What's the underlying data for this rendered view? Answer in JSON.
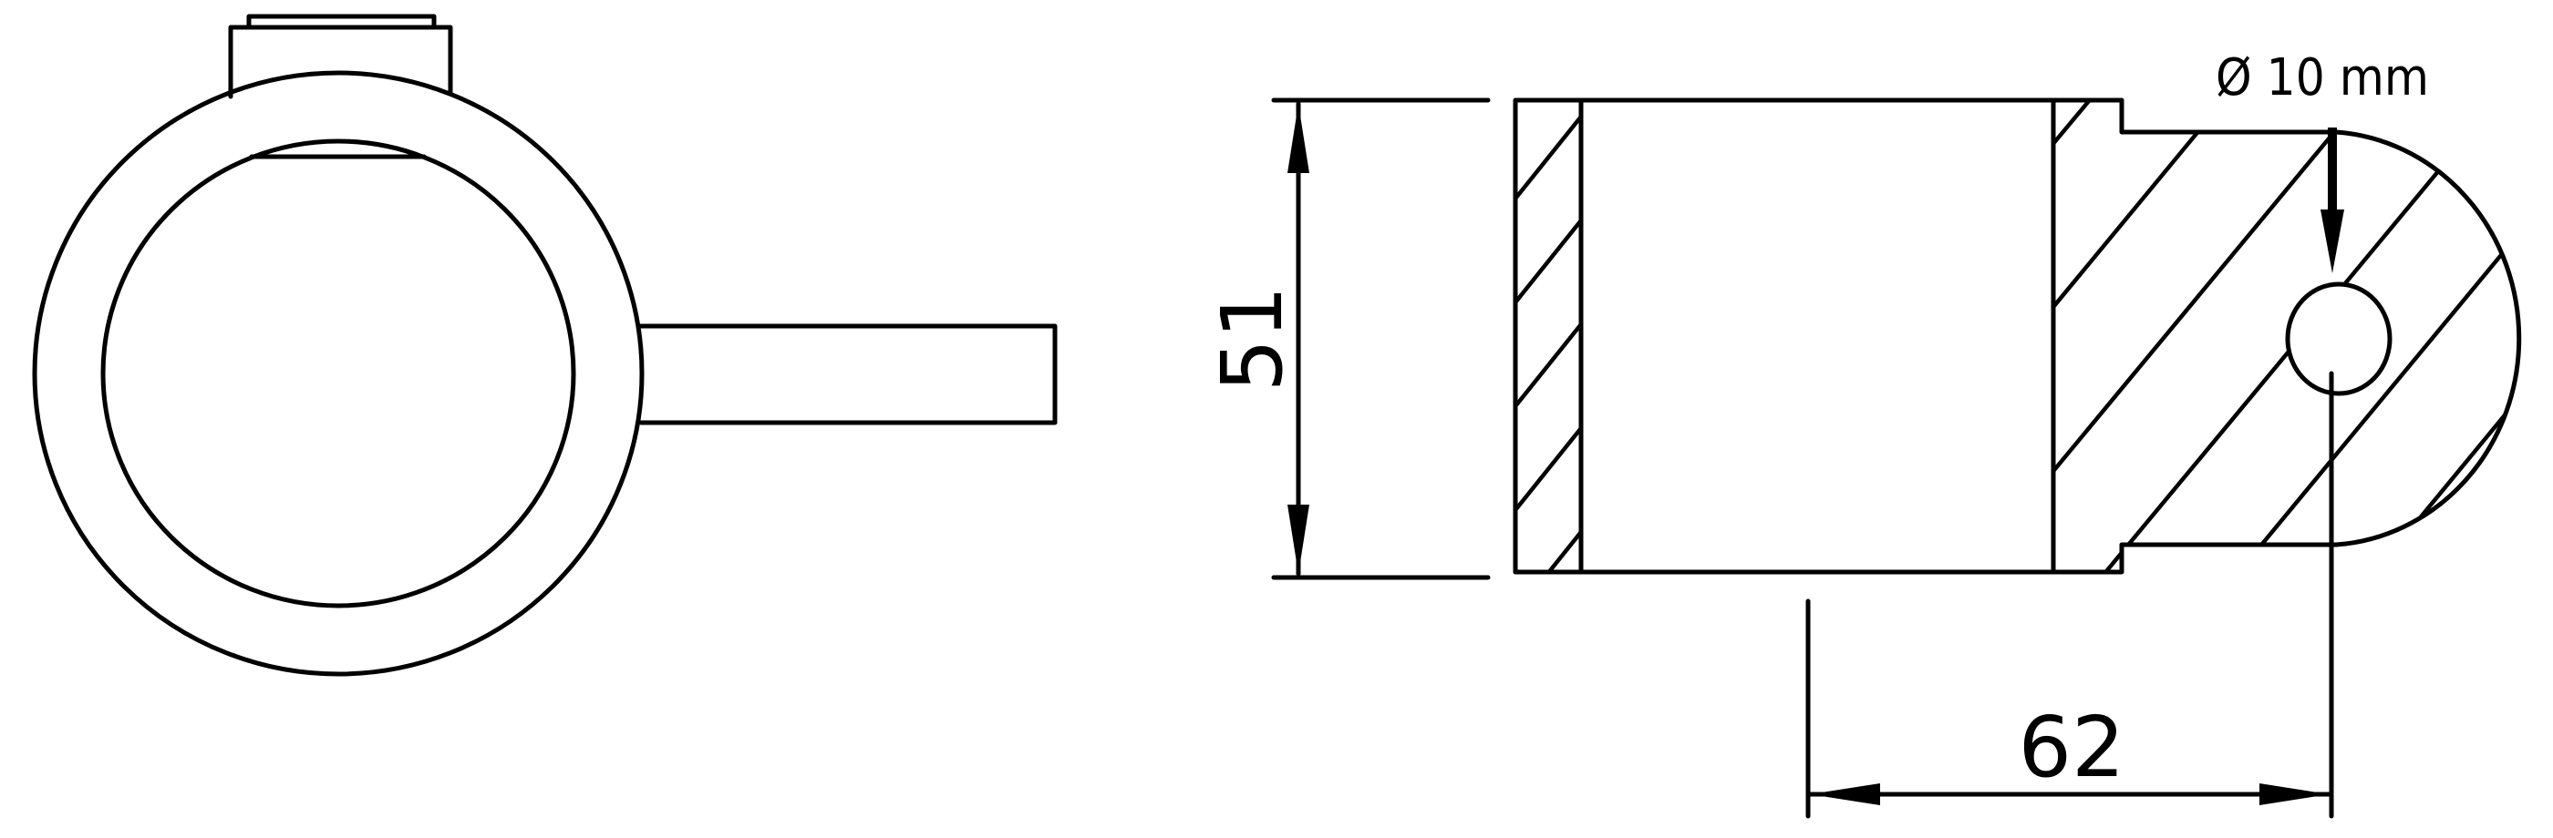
{
  "drawing": {
    "title": "Tube clamp fitting with eye / lug - front view and section",
    "stroke_color": "#000000",
    "background_color": "#ffffff"
  },
  "dimensions": {
    "height": {
      "value": "51",
      "orientation": "vertical"
    },
    "offset": {
      "value": "62",
      "orientation": "horizontal"
    },
    "hole_diameter": {
      "value": "Ø 10 mm"
    }
  },
  "views": [
    {
      "name": "front-view",
      "features": [
        "tube ring",
        "top set-screw boss",
        "side lug"
      ]
    },
    {
      "name": "section-view",
      "features": [
        "hatched wall",
        "hatched lug with hole",
        "rounded lug end"
      ]
    }
  ]
}
